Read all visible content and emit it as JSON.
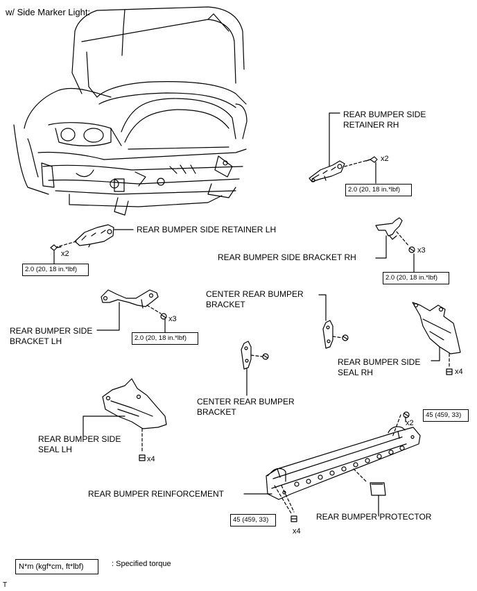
{
  "title": "w/ Side Marker Light:",
  "labels": {
    "retainer_rh": "REAR BUMPER SIDE RETAINER RH",
    "retainer_lh": "REAR BUMPER SIDE RETAINER LH",
    "bracket_rh": "REAR BUMPER SIDE BRACKET RH",
    "bracket_lh": "REAR BUMPER SIDE BRACKET LH",
    "center_bracket_upper": "CENTER REAR BUMPER BRACKET",
    "center_bracket_lower": "CENTER REAR BUMPER BRACKET",
    "seal_rh": "REAR BUMPER SIDE SEAL RH",
    "seal_lh": "REAR BUMPER SIDE SEAL LH",
    "reinforcement": "REAR BUMPER REINFORCEMENT",
    "protector": "REAR BUMPER PROTECTOR"
  },
  "torques": {
    "retainer_rh": "2.0 (20, 18 in.*lbf)",
    "retainer_lh": "2.0 (20, 18 in.*lbf)",
    "bracket_rh": "2.0 (20, 18 in.*lbf)",
    "bracket_lh": "2.0 (20, 18 in.*lbf)",
    "reinforcement_top": "45 (459, 33)",
    "reinforcement_bottom": "45 (459, 33)"
  },
  "counts": {
    "retainer_rh": "x2",
    "retainer_lh": "x2",
    "bracket_rh": "x3",
    "bracket_lh": "x3",
    "seal_rh": "x4",
    "seal_lh": "x4",
    "reinforcement_top": "x2",
    "reinforcement_bottom": "x4"
  },
  "legend": {
    "unit": "N*m (kgf*cm, ft*lbf)",
    "description": ": Specified torque"
  },
  "corner_mark": "T"
}
